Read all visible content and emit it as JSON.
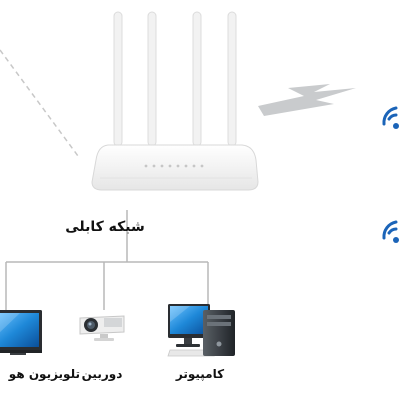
{
  "diagram": {
    "wired_network_label": "شبکه کابلی",
    "devices": [
      {
        "id": "tv",
        "label": "تلویزیون هو",
        "icon": "smart-tv-icon"
      },
      {
        "id": "camera",
        "label": "دوربین",
        "icon": "security-camera-icon"
      },
      {
        "id": "computer",
        "label": "کامپیوتر",
        "icon": "desktop-computer-icon"
      }
    ],
    "central_device": {
      "icon": "wifi-router-icon"
    },
    "wireless": {
      "icons": [
        "wifi-signal-icon",
        "wifi-signal-icon"
      ],
      "link_icon": "lightning-link-icon"
    }
  },
  "colors": {
    "line": "#b8b8b8",
    "router": "#f4f4f4",
    "wifi": "#1b64b8",
    "screen": "#1e88d8",
    "device_dark": "#2d3135"
  }
}
